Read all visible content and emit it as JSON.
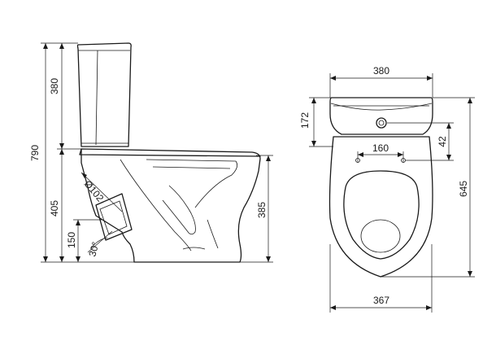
{
  "side_view": {
    "total_height": "790",
    "tank_height": "380",
    "bowl_height": "405",
    "outlet_height": "385",
    "outlet_offset": "150",
    "outlet_diameter": "Ø102",
    "outlet_angle": "30°"
  },
  "top_view": {
    "tank_width": "380",
    "tank_depth": "172",
    "hole_offset": "42",
    "fixing_spacing": "160",
    "total_depth": "645",
    "bowl_width": "367"
  }
}
